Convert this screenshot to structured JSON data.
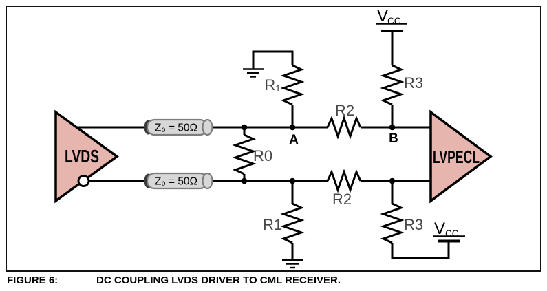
{
  "figure": {
    "label": "FIGURE 6:",
    "title": "DC COUPLING LVDS DRIVER TO CML RECEIVER."
  },
  "driver": {
    "label": "LVDS"
  },
  "receiver": {
    "label": "LVPECL"
  },
  "tlines": {
    "top": "Z₀ = 50Ω",
    "bottom": "Z₀ = 50Ω"
  },
  "resistors": {
    "r0": "R0",
    "r1_top": "R₁",
    "r1_bottom": "R1",
    "r2_top": "R2",
    "r2_bottom": "R2",
    "r3_top": "R3",
    "r3_bottom": "R3"
  },
  "nodes": {
    "a": "A",
    "b": "B"
  },
  "supplies": {
    "top": {
      "name": "V",
      "sub": "CC"
    },
    "bottom": {
      "name": "V",
      "sub": "CC"
    }
  },
  "colors": {
    "wire": "#000000",
    "buffer_fill": "#e5b5ae",
    "label_gray": "#474747",
    "tline_fill": "#d8d8d8",
    "tline_stroke": "#7d7d7d"
  }
}
